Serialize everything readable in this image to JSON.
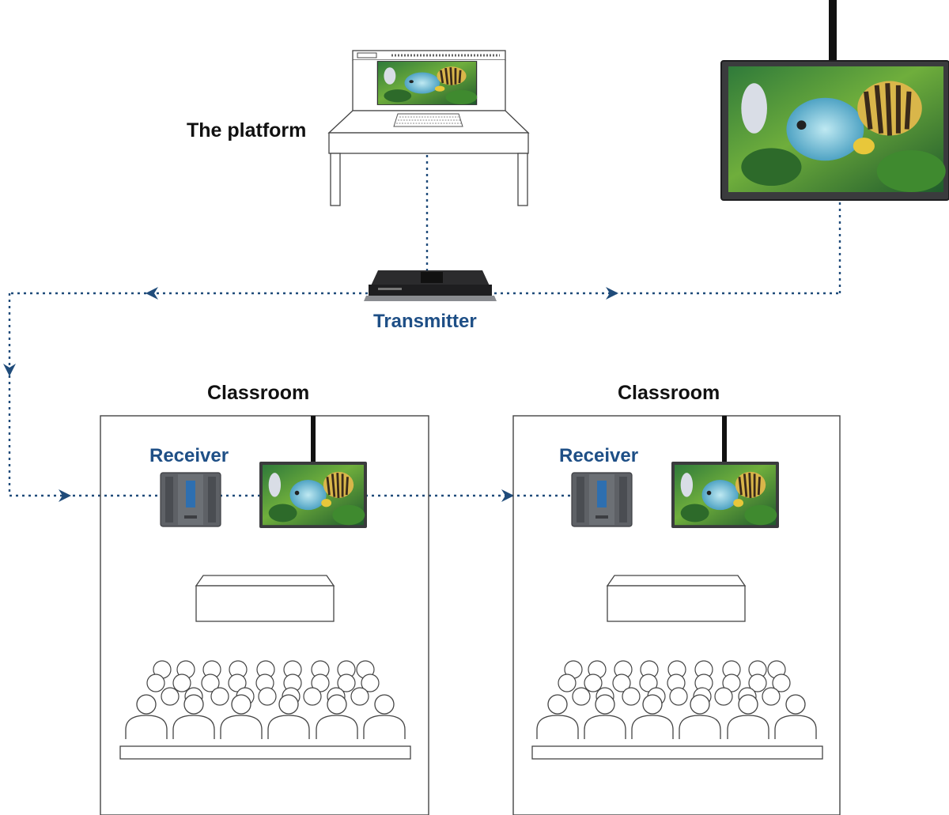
{
  "labels": {
    "platform": "The platform",
    "transmitter": "Transmitter",
    "classroom_left": "Classroom",
    "classroom_right": "Classroom",
    "receiver_left": "Receiver",
    "receiver_right": "Receiver"
  },
  "colors": {
    "link_blue": "#1f4b7a",
    "label_blue": "#1e4f86",
    "outline": "#333333",
    "device_dark": "#2b2b2d",
    "receiver_gray": "#5f6267",
    "screen_bezel": "#3a3b3d"
  },
  "icons": [
    "platform-desk-icon",
    "ceiling-display-icon",
    "transmitter-device-icon",
    "receiver-device-icon",
    "classroom-display-icon",
    "desk-icon",
    "audience-icon",
    "arrow-icon"
  ]
}
